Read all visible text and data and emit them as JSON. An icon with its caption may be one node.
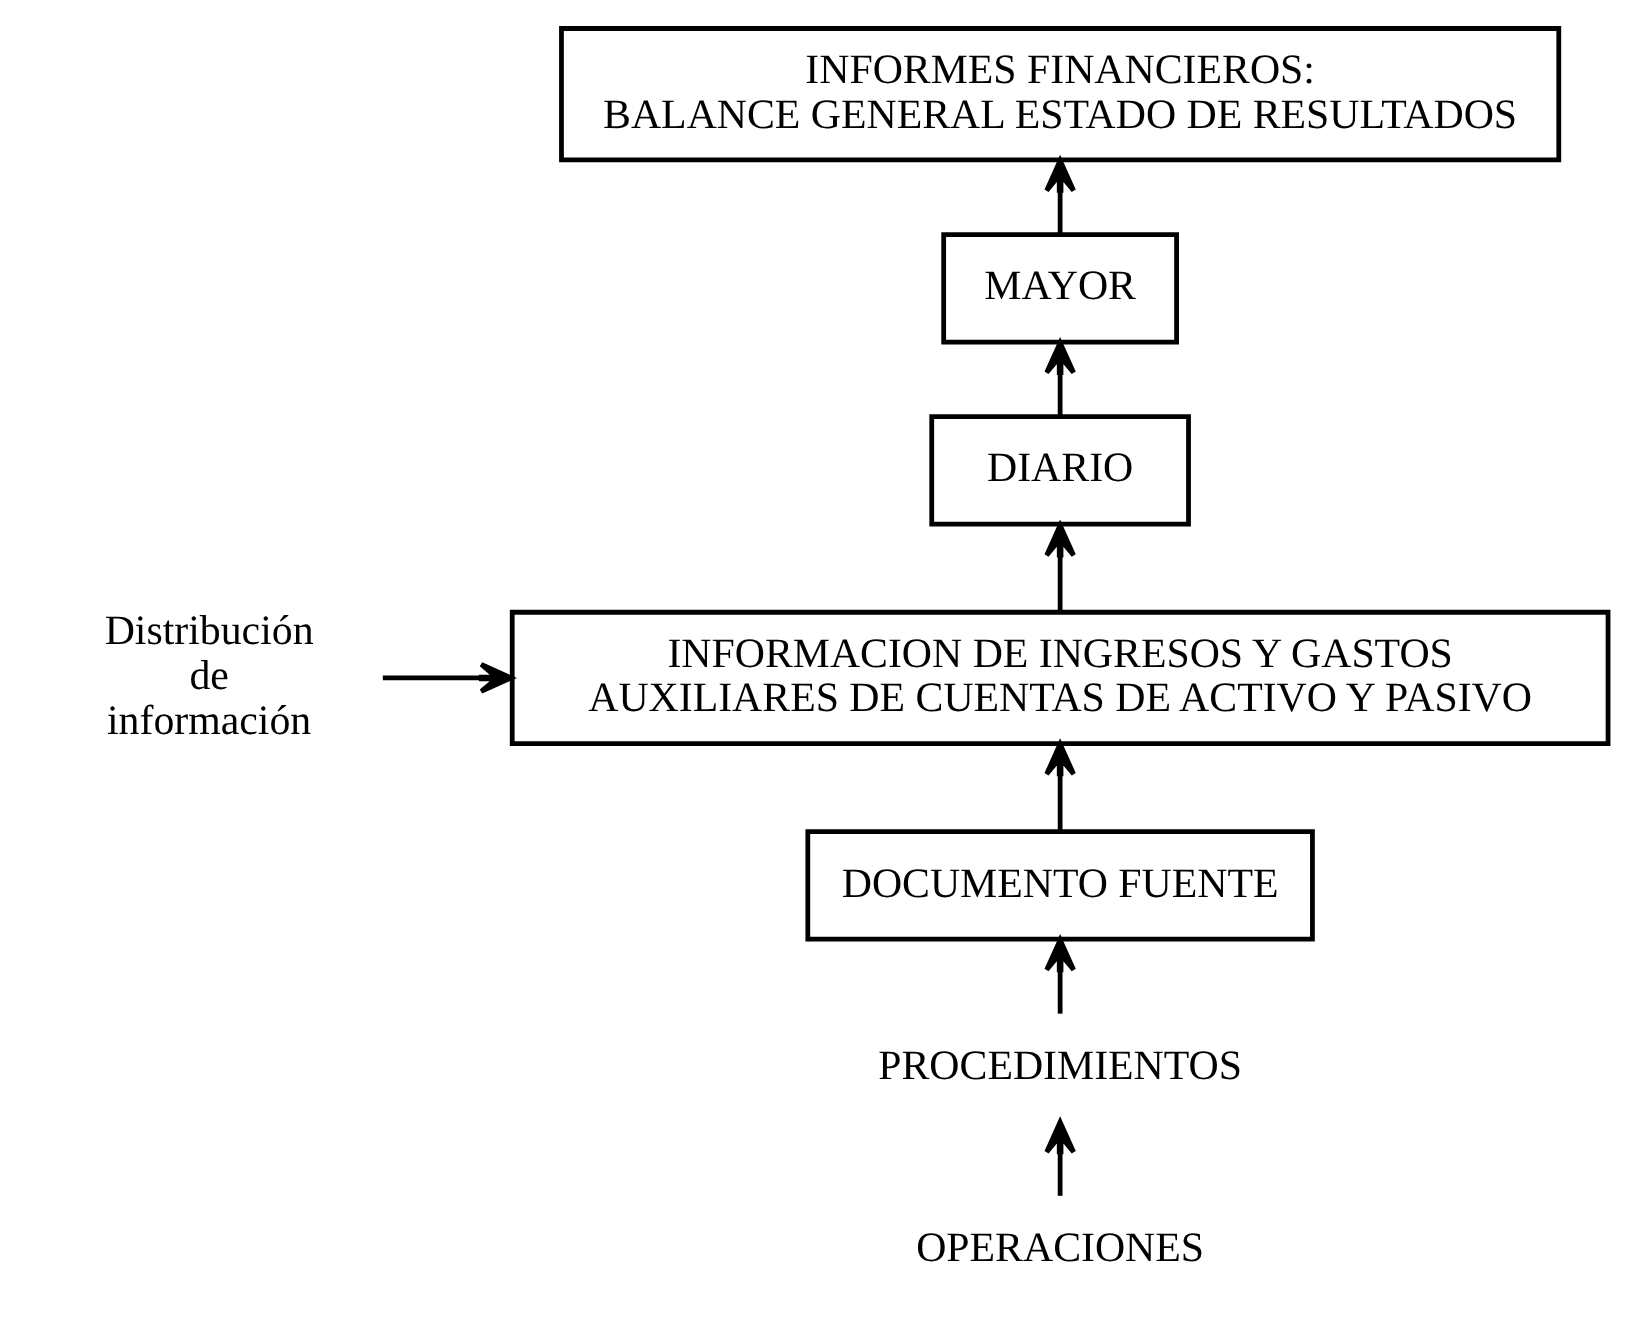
{
  "diagram": {
    "nodes": [
      {
        "text": [
          "INFORMES FINANCIEROS:",
          "BALANCE GENERAL ESTADO DE RESULTADOS"
        ]
      },
      {
        "text": [
          "MAYOR"
        ]
      },
      {
        "text": [
          "DIARIO"
        ]
      },
      {
        "text": [
          "INFORMACION DE INGRESOS Y GASTOS",
          "AUXILIARES DE CUENTAS DE ACTIVO Y PASIVO"
        ]
      },
      {
        "text": [
          "DOCUMENTO FUENTE"
        ]
      },
      {
        "text": [
          "PROCEDIMIENTOS"
        ]
      },
      {
        "text": [
          "OPERACIONES"
        ]
      },
      {
        "text": [
          "Distribución de información"
        ]
      }
    ],
    "edges": [
      {
        "from": 6,
        "to": 5,
        "arrow": "to"
      },
      {
        "from": 5,
        "to": 4,
        "arrow": "to"
      },
      {
        "from": 4,
        "to": 3,
        "arrow": "to"
      },
      {
        "from": 3,
        "to": 2,
        "arrow": "to"
      },
      {
        "from": 2,
        "to": 1,
        "arrow": "to"
      },
      {
        "from": 1,
        "to": 0,
        "arrow": "to"
      },
      {
        "from": 7,
        "to": 3,
        "arrow": "to"
      }
    ]
  }
}
